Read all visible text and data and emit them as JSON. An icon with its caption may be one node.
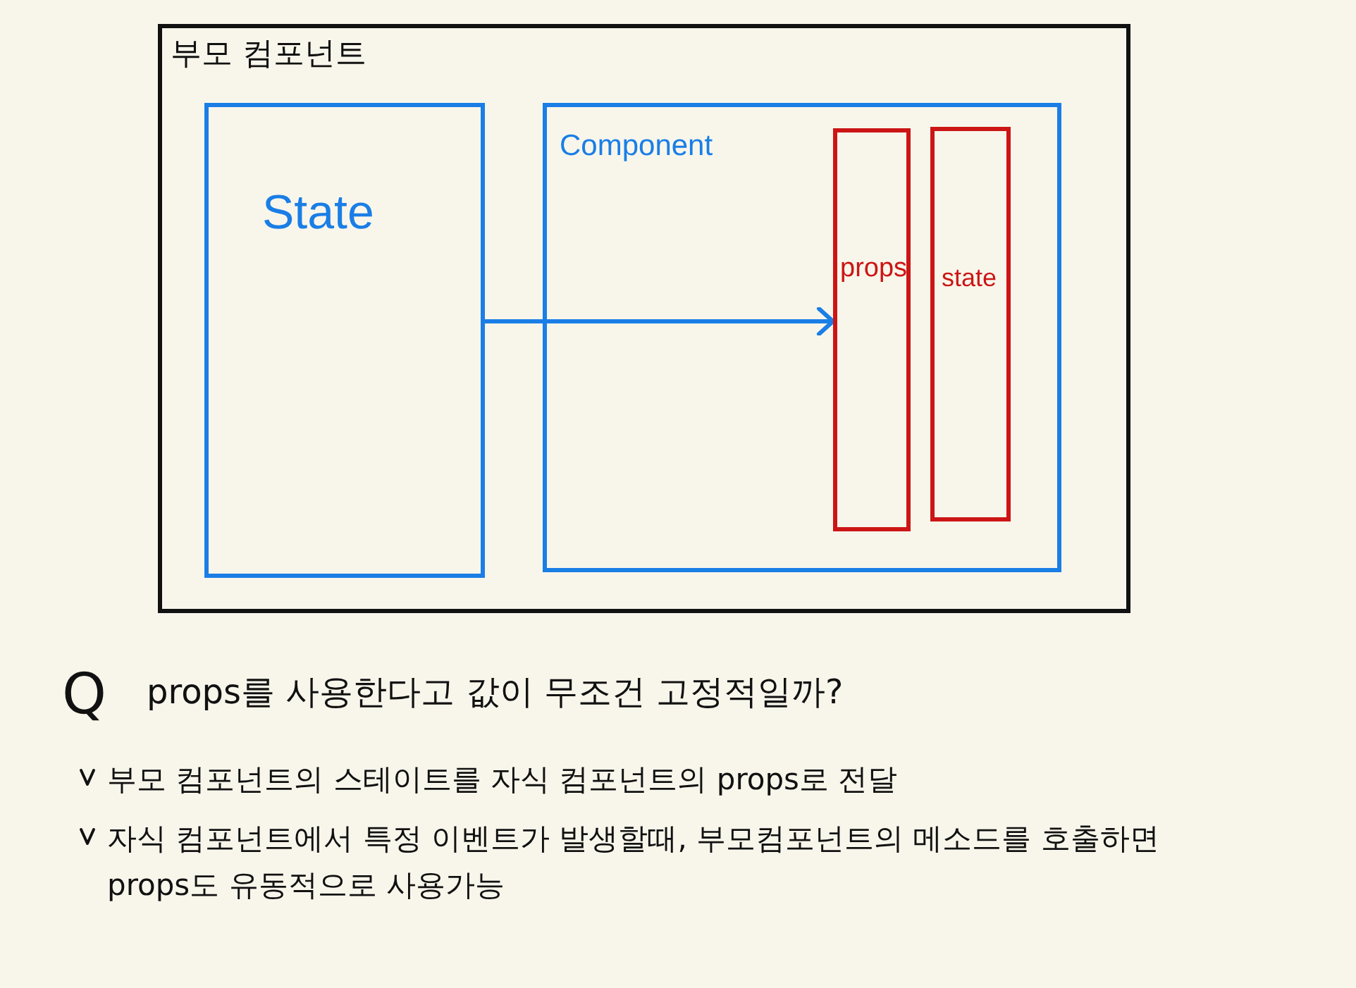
{
  "diagram": {
    "nodes": [
      {
        "text": [
          "부모 컴포넌트"
        ]
      },
      {
        "text": [
          "State"
        ],
        "in": 0
      },
      {
        "text": [
          "Component"
        ],
        "in": 0
      },
      {
        "text": [
          "props"
        ],
        "in": 2
      },
      {
        "text": [
          "state"
        ],
        "in": 2
      }
    ],
    "edges": [
      {
        "from": 1,
        "to": 3,
        "arrow": "to",
        "color": "#1a7ee6"
      }
    ],
    "labels": [
      "Q",
      "props를 사용한다고 값이 무조건 고정적일까?",
      "부모 컴포넌트의 스테이트를 자식 컴포넌트의 props로 전달",
      "자식 컴포넌트에서 특정 이벤트가 발생할때, 부모컴포넌트의 메소드를 호출하면 props도 유동적으로 사용가능"
    ]
  }
}
